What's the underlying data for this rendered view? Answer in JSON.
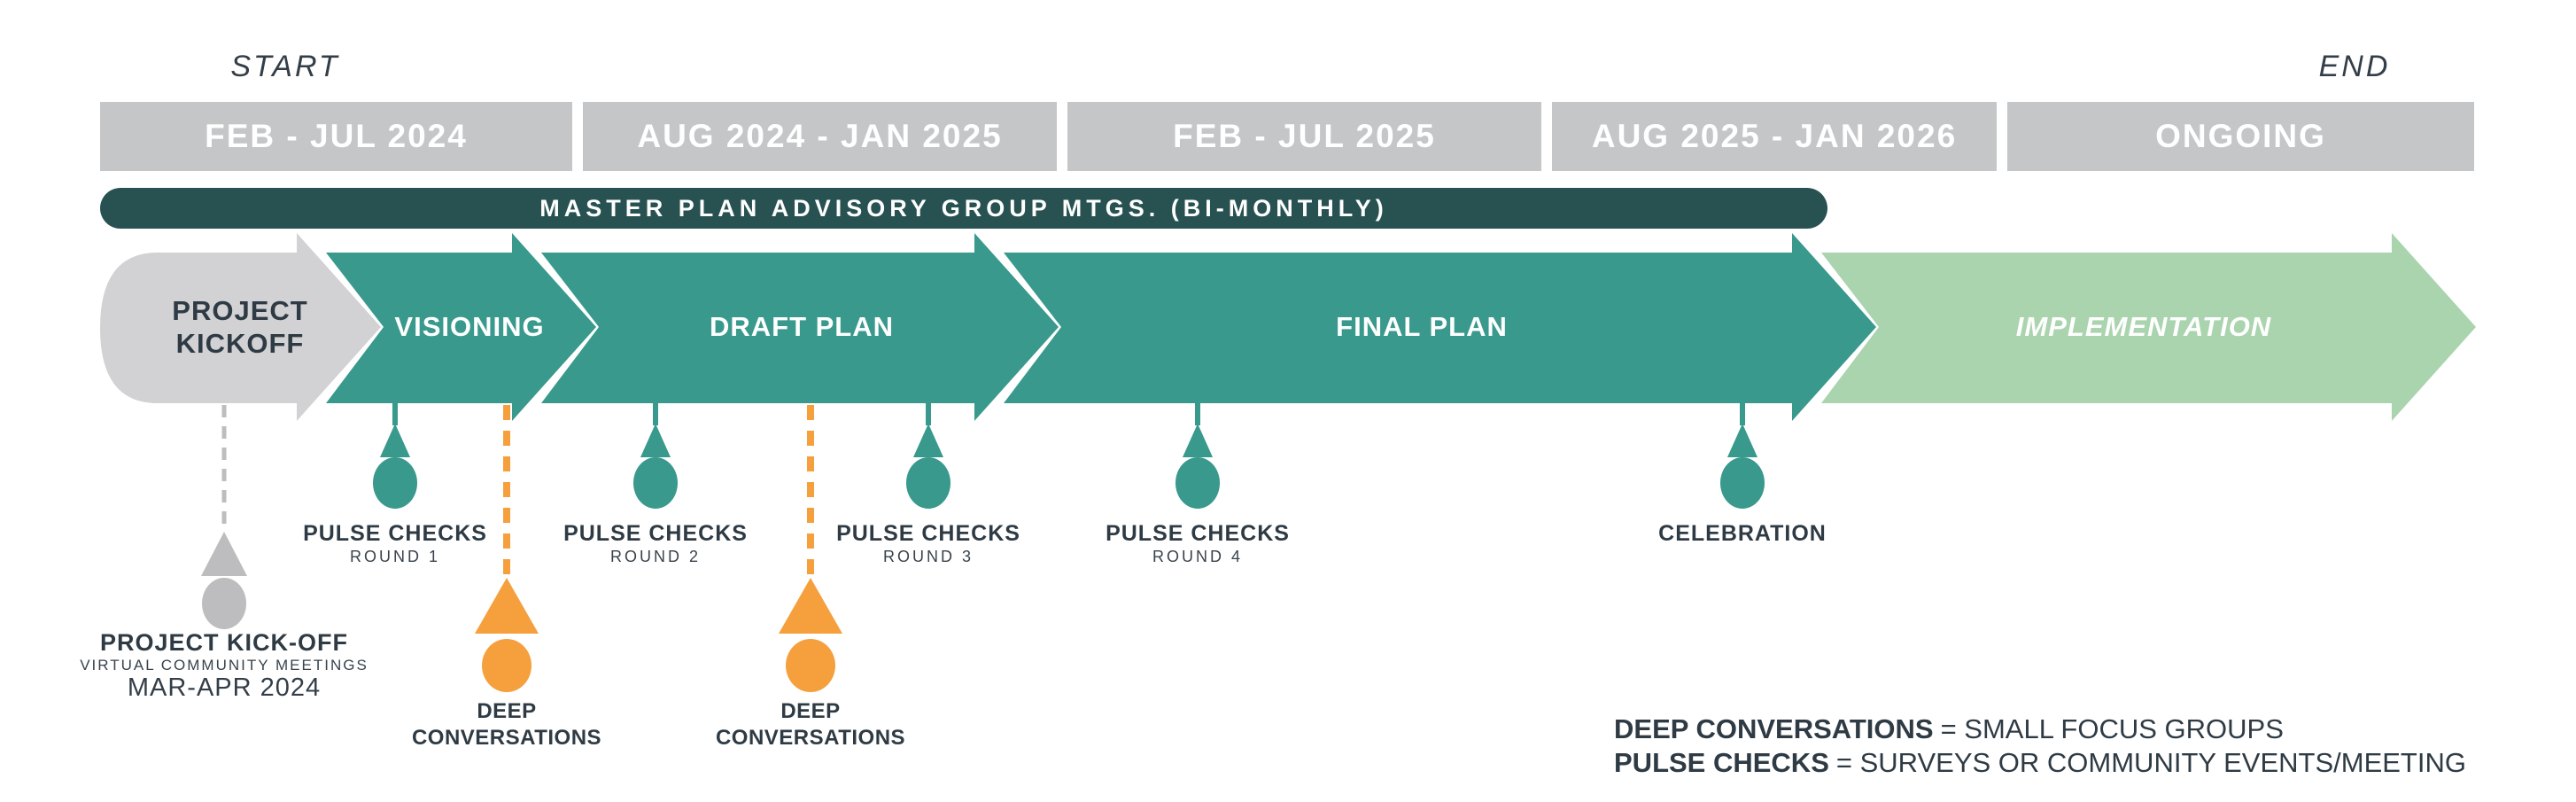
{
  "timeline": {
    "start_label": "START",
    "end_label": "END",
    "bands": [
      {
        "label": "FEB - JUL 2024"
      },
      {
        "label": "AUG 2024 - JAN 2025"
      },
      {
        "label": "FEB - JUL 2025"
      },
      {
        "label": "AUG 2025 - JAN 2026"
      },
      {
        "label": "ONGOING"
      }
    ],
    "advisory_bar": {
      "label": "MASTER PLAN ADVISORY GROUP MTGS. (BI-MONTHLY)"
    },
    "phases": [
      {
        "label": "PROJECT KICKOFF"
      },
      {
        "label": "VISIONING"
      },
      {
        "label": "DRAFT PLAN"
      },
      {
        "label": "FINAL PLAN"
      },
      {
        "label": "IMPLEMENTATION"
      }
    ],
    "milestones": {
      "kickoff": {
        "title": "PROJECT KICK-OFF",
        "subtitle": "VIRTUAL COMMUNITY MEETINGS",
        "dates": "MAR-APR 2024"
      },
      "pulse_checks": [
        {
          "title": "PULSE CHECKS",
          "round": "ROUND 1"
        },
        {
          "title": "PULSE CHECKS",
          "round": "ROUND 2"
        },
        {
          "title": "PULSE CHECKS",
          "round": "ROUND 3"
        },
        {
          "title": "PULSE CHECKS",
          "round": "ROUND 4"
        }
      ],
      "deep_conversations": [
        {
          "label": "DEEP CONVERSATIONS"
        },
        {
          "label": "DEEP CONVERSATIONS"
        }
      ],
      "celebration": {
        "title": "CELEBRATION"
      }
    },
    "legend": [
      {
        "term": "DEEP CONVERSATIONS",
        "definition": "= SMALL FOCUS GROUPS"
      },
      {
        "term": "PULSE CHECKS",
        "definition": "= SURVEYS OR COMMUNITY EVENTS/MEETING"
      }
    ],
    "colors": {
      "teal": "#38998C",
      "dark_teal": "#285252",
      "light_green": "#A9D4AE",
      "gray_band": "#C5C6C8",
      "gray_shape": "#D2D2D4",
      "gray_marker": "#BDBDBF",
      "orange": "#F5A03C",
      "ink": "#2F3B44"
    }
  }
}
